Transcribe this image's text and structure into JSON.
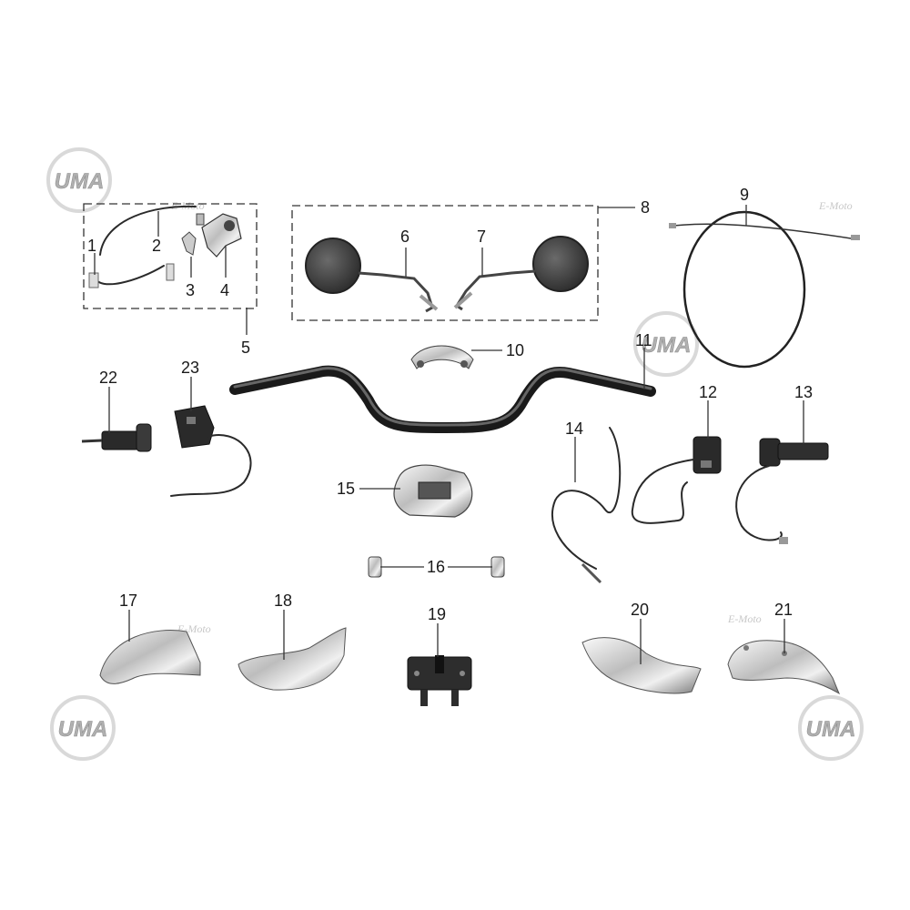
{
  "watermark": {
    "logo_text": "UMA",
    "script_text": "E-Moto"
  },
  "callouts": [
    "1",
    "2",
    "3",
    "4",
    "5",
    "6",
    "7",
    "8",
    "9",
    "10",
    "11",
    "12",
    "13",
    "14",
    "15",
    "16",
    "17",
    "18",
    "19",
    "20",
    "21",
    "22",
    "23"
  ],
  "colors": {
    "line": "#333333",
    "part_dark": "#2b2b2b",
    "chrome_light": "#f2f2f2",
    "chrome_dark": "#8a8a8a",
    "logo_ring": "#d9d9d9",
    "logo_text": "#b0b0b0"
  }
}
